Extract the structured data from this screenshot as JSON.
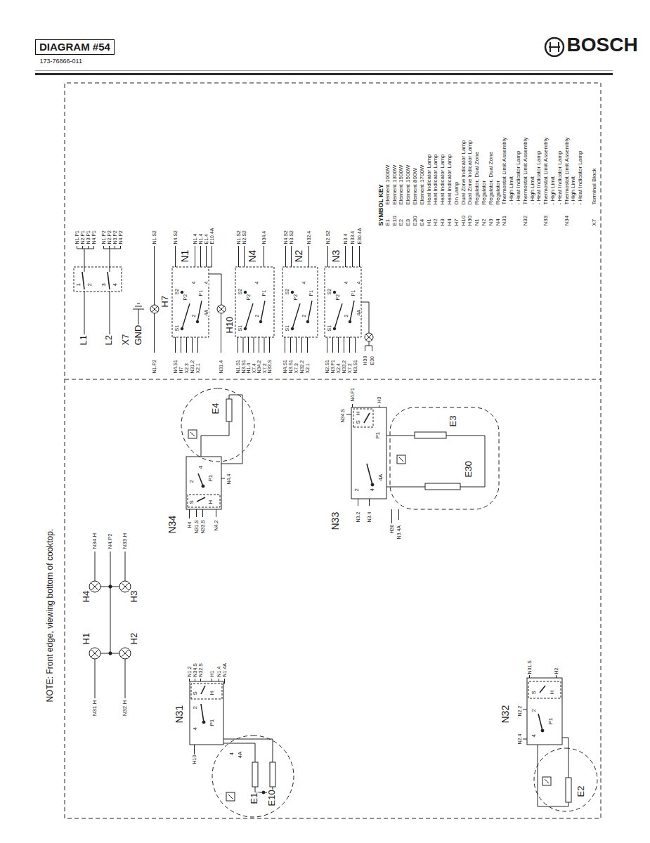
{
  "diagram": {
    "nodes": [
      {
        "text": [
          "DIAGRAM #54"
        ]
      }
    ],
    "labels": [
      "173-76866-011",
      "BOSCH",
      "NOTE: Front edge, viewing bottom of cooktop.",
      "N31.H",
      "H1",
      "N34.H",
      "H4",
      "N4.P2",
      "H2",
      "H3",
      "N32.H",
      "N33.H",
      "N31",
      "H10",
      "4",
      "2",
      "S",
      "N1.2",
      "N34.S",
      "N32.S",
      "P1",
      "H",
      "H1",
      "N1.4",
      "N1.4A",
      "4",
      "4A",
      "E1",
      "E10",
      "N34",
      "H4",
      "S",
      "2",
      "N31.S",
      "N33.S",
      "H",
      "P1",
      "4",
      "N4.2",
      "N4.4",
      "E4",
      "N33",
      "N34.S",
      "N4.P1",
      "S",
      "H",
      "H3",
      "2",
      "N3.2",
      "4",
      "N3.4",
      "P1",
      "4A",
      "H30",
      "N3.4A",
      "E30",
      "E3",
      "N32",
      "N2.4",
      "N2.2",
      "4",
      "2",
      "S",
      "N31.S",
      "P1",
      "H",
      "H2",
      "E2",
      "L1",
      "1",
      "N1.P1",
      "N2.P1",
      "2",
      "N3.P1",
      "N4.P1",
      "L2",
      "3",
      "N1.P2",
      "N2.P2",
      "4",
      "N3.P2",
      "N4.P2",
      "X7",
      "GND",
      "N1.P2",
      "H7",
      "N1.S2",
      "N4.S1",
      "H7",
      "X2.3",
      "N31.2",
      "X2.1",
      "S1",
      "S2",
      "P2",
      "2",
      "4",
      "P1",
      "4A",
      "4",
      "N1",
      "N4.S2",
      "N1.4",
      "N1.4",
      "E1.4",
      "E10.4A",
      "N31.4",
      "H10",
      "N1.S1",
      "N3.S1",
      "H1.4",
      "X7.4",
      "N34.2",
      "X7.2",
      "N33.S",
      "S1",
      "S2",
      "P2",
      "2",
      "4",
      "P1",
      "N4",
      "N1.S2",
      "N2.S2",
      "N34.4",
      "N4.S1",
      "N3.S1",
      "X7.3",
      "N32.2",
      "X2.1",
      "S1",
      "S2",
      "P2",
      "2",
      "4",
      "P1",
      "N2",
      "N4.S2",
      "N3.S2",
      "N32.4",
      "N2.S1",
      "N3.P1",
      "X2.4",
      "N33.2",
      "X7.2",
      "N3.S1",
      "S1",
      "S2",
      "P2",
      "2",
      "4",
      "P1",
      "4A",
      "4",
      "N3",
      "N2.S2",
      "N3.4",
      "N33.4",
      "E30.4A",
      "H30",
      "E30",
      "SYMBOL KEY",
      "E1",
      "Element 1000W",
      "E10",
      "Element 1300W",
      "E2",
      "Element 1500W",
      "E3",
      "Element 1500W",
      "E30",
      "Element 800W",
      "E4",
      "Element 1700W",
      "H1",
      "Heat Indicator Lamp",
      "H2",
      "Heat Indicator Lamp",
      "H3",
      "Heat Indicator Lamp",
      "H4",
      "Heat Indicator Lamp",
      "H7",
      "On Lamp",
      "H10",
      "Dual Zone Indicator Lamp",
      "H30",
      "Dual Zone Indicator Lamp",
      "N1",
      "Regulator, Dual Zone",
      "N2",
      "Regulator",
      "N3",
      "Regulator, Dual Zone",
      "N4",
      "Regulator",
      "N31",
      "Thermostat Limit Assembly",
      "- High Limit",
      "- Heat Indicator Lamp",
      "N32",
      "Thermostat Limit Assembly",
      "- High Limit",
      "- Heat Indicator Lamp",
      "N33",
      "Thermostat Limit Assembly",
      "- High Limit",
      "- Heat Indicator Lamp",
      "N34",
      "Thermostat Limit Assembly",
      "- High Limit",
      "- Heat Indicator Lamp",
      "X7",
      "Terminal Block"
    ]
  }
}
